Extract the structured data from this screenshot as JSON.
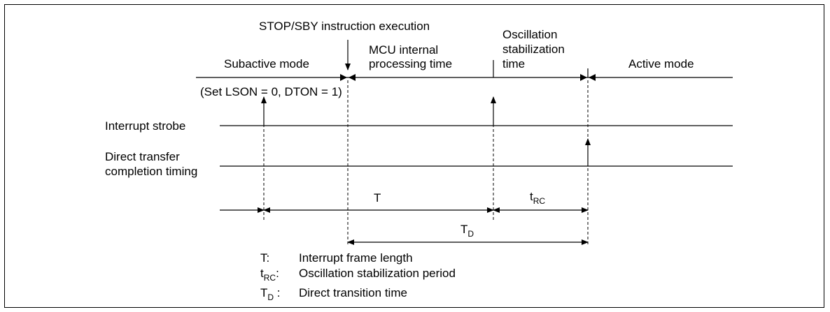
{
  "title": "STOP/SBY instruction execution",
  "modes": {
    "subactive": "Subactive mode",
    "set_condition": "(Set LSON = 0, DTON = 1)",
    "mcu_line1": "MCU internal",
    "mcu_line2": "processing time",
    "osc_line1": "Oscillation",
    "osc_line2": "stabilization",
    "osc_line3": "time",
    "active": "Active mode"
  },
  "signals": {
    "interrupt_strobe": "Interrupt strobe",
    "direct_transfer_line1": "Direct transfer",
    "direct_transfer_line2": "completion timing"
  },
  "intervals": {
    "T": "T",
    "tRC_main": "t",
    "tRC_sub": "RC",
    "TD_main": "T",
    "TD_sub": "D"
  },
  "legend": [
    {
      "sym_main": "T:",
      "sym_sub": "",
      "text": "Interrupt frame length"
    },
    {
      "sym_main": "t",
      "sym_sub": "RC",
      "sym_tail": ":",
      "text": "Oscillation stabilization period"
    },
    {
      "sym_main": "T",
      "sym_sub": "D",
      "sym_tail": " :",
      "text": "Direct transition time"
    }
  ]
}
